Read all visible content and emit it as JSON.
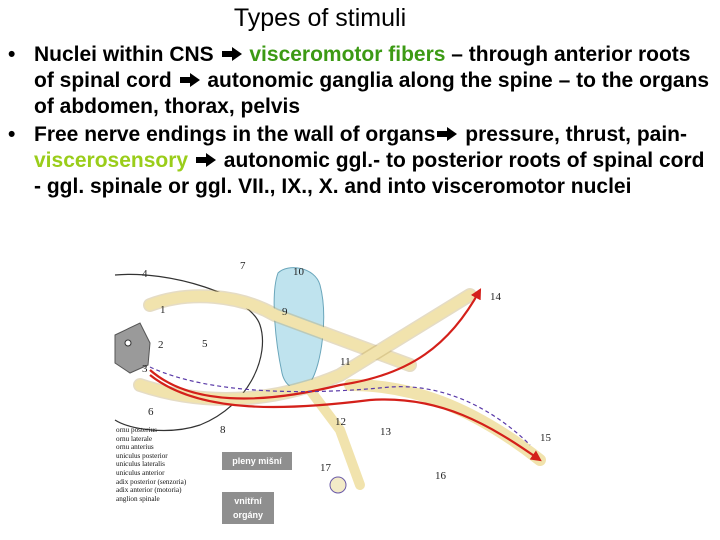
{
  "slide": {
    "title": "Types of stimuli",
    "bullet1": {
      "a": "Nuclei within CNS",
      "b": "visceromotor fibers",
      "c": "– through anterior roots of spinal cord",
      "d": "autonomic ganglia along the spine – to the organs of abdomen, thorax, pelvis"
    },
    "bullet2": {
      "a": "Free nerve endings in the wall of organs",
      "b": "pressure, thrust, pain-",
      "c": "viscerosensory",
      "d": "autonomic ggl.- to posterior roots of spinal cord - ggl. spinale or ggl. VII., IX., X. and into visceromotor nuclei"
    }
  },
  "diagram": {
    "numbers": [
      "1",
      "2",
      "3",
      "4",
      "5",
      "6",
      "7",
      "8",
      "9",
      "10",
      "11",
      "12",
      "13",
      "14",
      "15",
      "16",
      "17"
    ],
    "legend": [
      "ornu posterius",
      "ornu laterale",
      "ornu anterius",
      "uniculus posterior",
      "uniculus lateralis",
      "uniculus anterior",
      "adix posterior (senzoria)",
      "adix anterior (motoria)",
      "anglion spinale"
    ],
    "box_pleny": "pleny mišní",
    "box_vnitrni_1": "vnitřní",
    "box_vnitrni_2": "orgány",
    "colors": {
      "nerve": "#f1e3ad",
      "nerve_outline": "#b49a5a",
      "visceromotor": "#d4201a",
      "visceromotor_dashed": "#5a3aa8",
      "ganglion_chain": "#bfe3ee",
      "gray_matter": "#9a9a9a"
    },
    "icons": [
      "arrow-right-icon"
    ]
  }
}
